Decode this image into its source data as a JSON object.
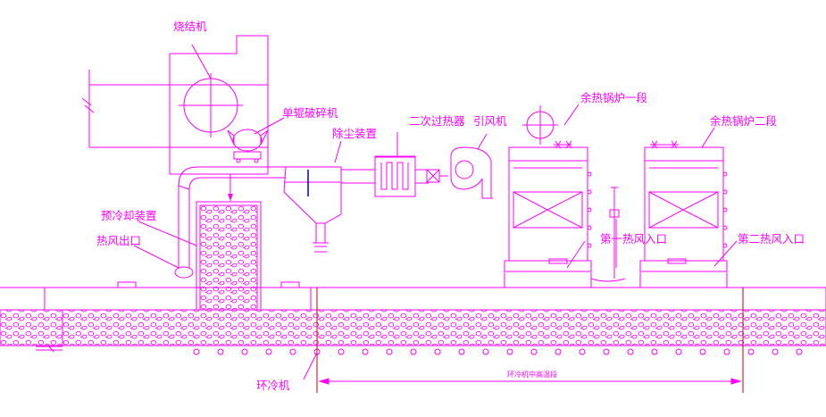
{
  "labels": {
    "sinter_machine": "烧结机",
    "single_roll_crusher": "单辊破碎机",
    "dust_removal": "除尘装置",
    "secondary_superheater": "二次过热器",
    "induced_draft_fan": "引风机",
    "waste_heat_boiler_1": "余热锅炉一段",
    "waste_heat_boiler_2": "余热锅炉二段",
    "precooling_device": "预冷却装置",
    "hot_air_outlet": "热风出口",
    "first_hot_air_inlet": "第一热风入口",
    "second_hot_air_inlet": "第二热风入口",
    "ring_cooler": "环冷机",
    "ring_cooler_high_temp_section": "环冷机中高温段"
  },
  "colors": {
    "primary_line": "#ff00ff",
    "axis_line": "#cc0000",
    "accent_blue": "#0000cc"
  }
}
